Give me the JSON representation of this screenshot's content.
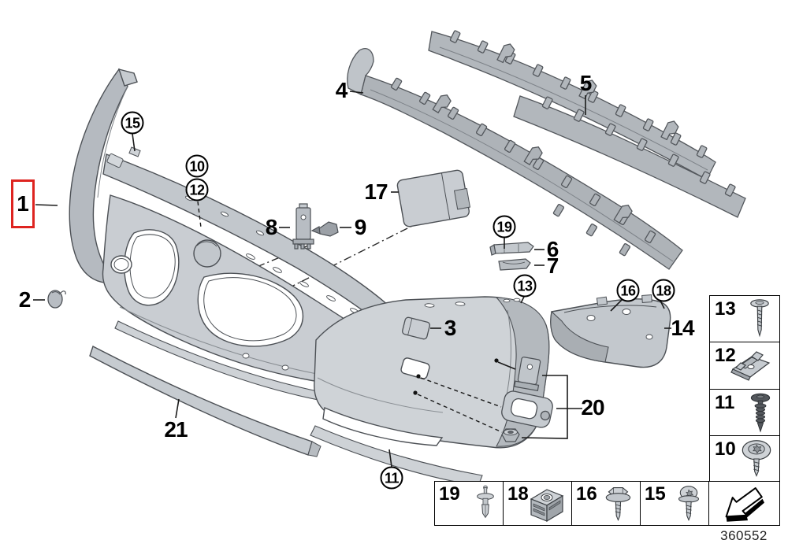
{
  "document": {
    "number": "360552"
  },
  "colors": {
    "highlight_box": "#de2420",
    "drawing_gray": "#c9cdd2",
    "line": "#000000"
  },
  "labels": {
    "n1": "1",
    "n2": "2",
    "n3": "3",
    "n4": "4",
    "n5": "5",
    "n6": "6",
    "n7": "7",
    "n8": "8",
    "n9": "9",
    "n10": "10",
    "n11": "11",
    "n12": "12",
    "n13": "13",
    "n14": "14",
    "n15": "15",
    "n16": "16",
    "n17": "17",
    "n18": "18",
    "n19": "19",
    "n20": "20",
    "n21": "21"
  },
  "callout_styles": {
    "boxed": [
      "1"
    ],
    "plain": [
      "2",
      "3",
      "4",
      "5",
      "6",
      "7",
      "8",
      "9",
      "14",
      "17",
      "20",
      "21"
    ],
    "circled": [
      "10",
      "11",
      "12",
      "13",
      "15",
      "16",
      "18",
      "19"
    ]
  },
  "legend_right": {
    "rows": [
      {
        "label": "13",
        "icon": "flange-head-screw-icon"
      },
      {
        "label": "12",
        "icon": "spring-nut-clip-icon"
      },
      {
        "label": "11",
        "icon": "expansion-rivet-icon"
      },
      {
        "label": "10",
        "icon": "washer-torx-screw-icon"
      }
    ]
  },
  "legend_bottom": {
    "cells": [
      {
        "label": "19",
        "icon": "blind-rivet-icon"
      },
      {
        "label": "18",
        "icon": "cage-nut-icon"
      },
      {
        "label": "16",
        "icon": "hex-flange-screw-icon"
      },
      {
        "label": "15",
        "icon": "torx-pan-screw-icon"
      }
    ],
    "arrow_icon": "direction-arrow-icon"
  }
}
